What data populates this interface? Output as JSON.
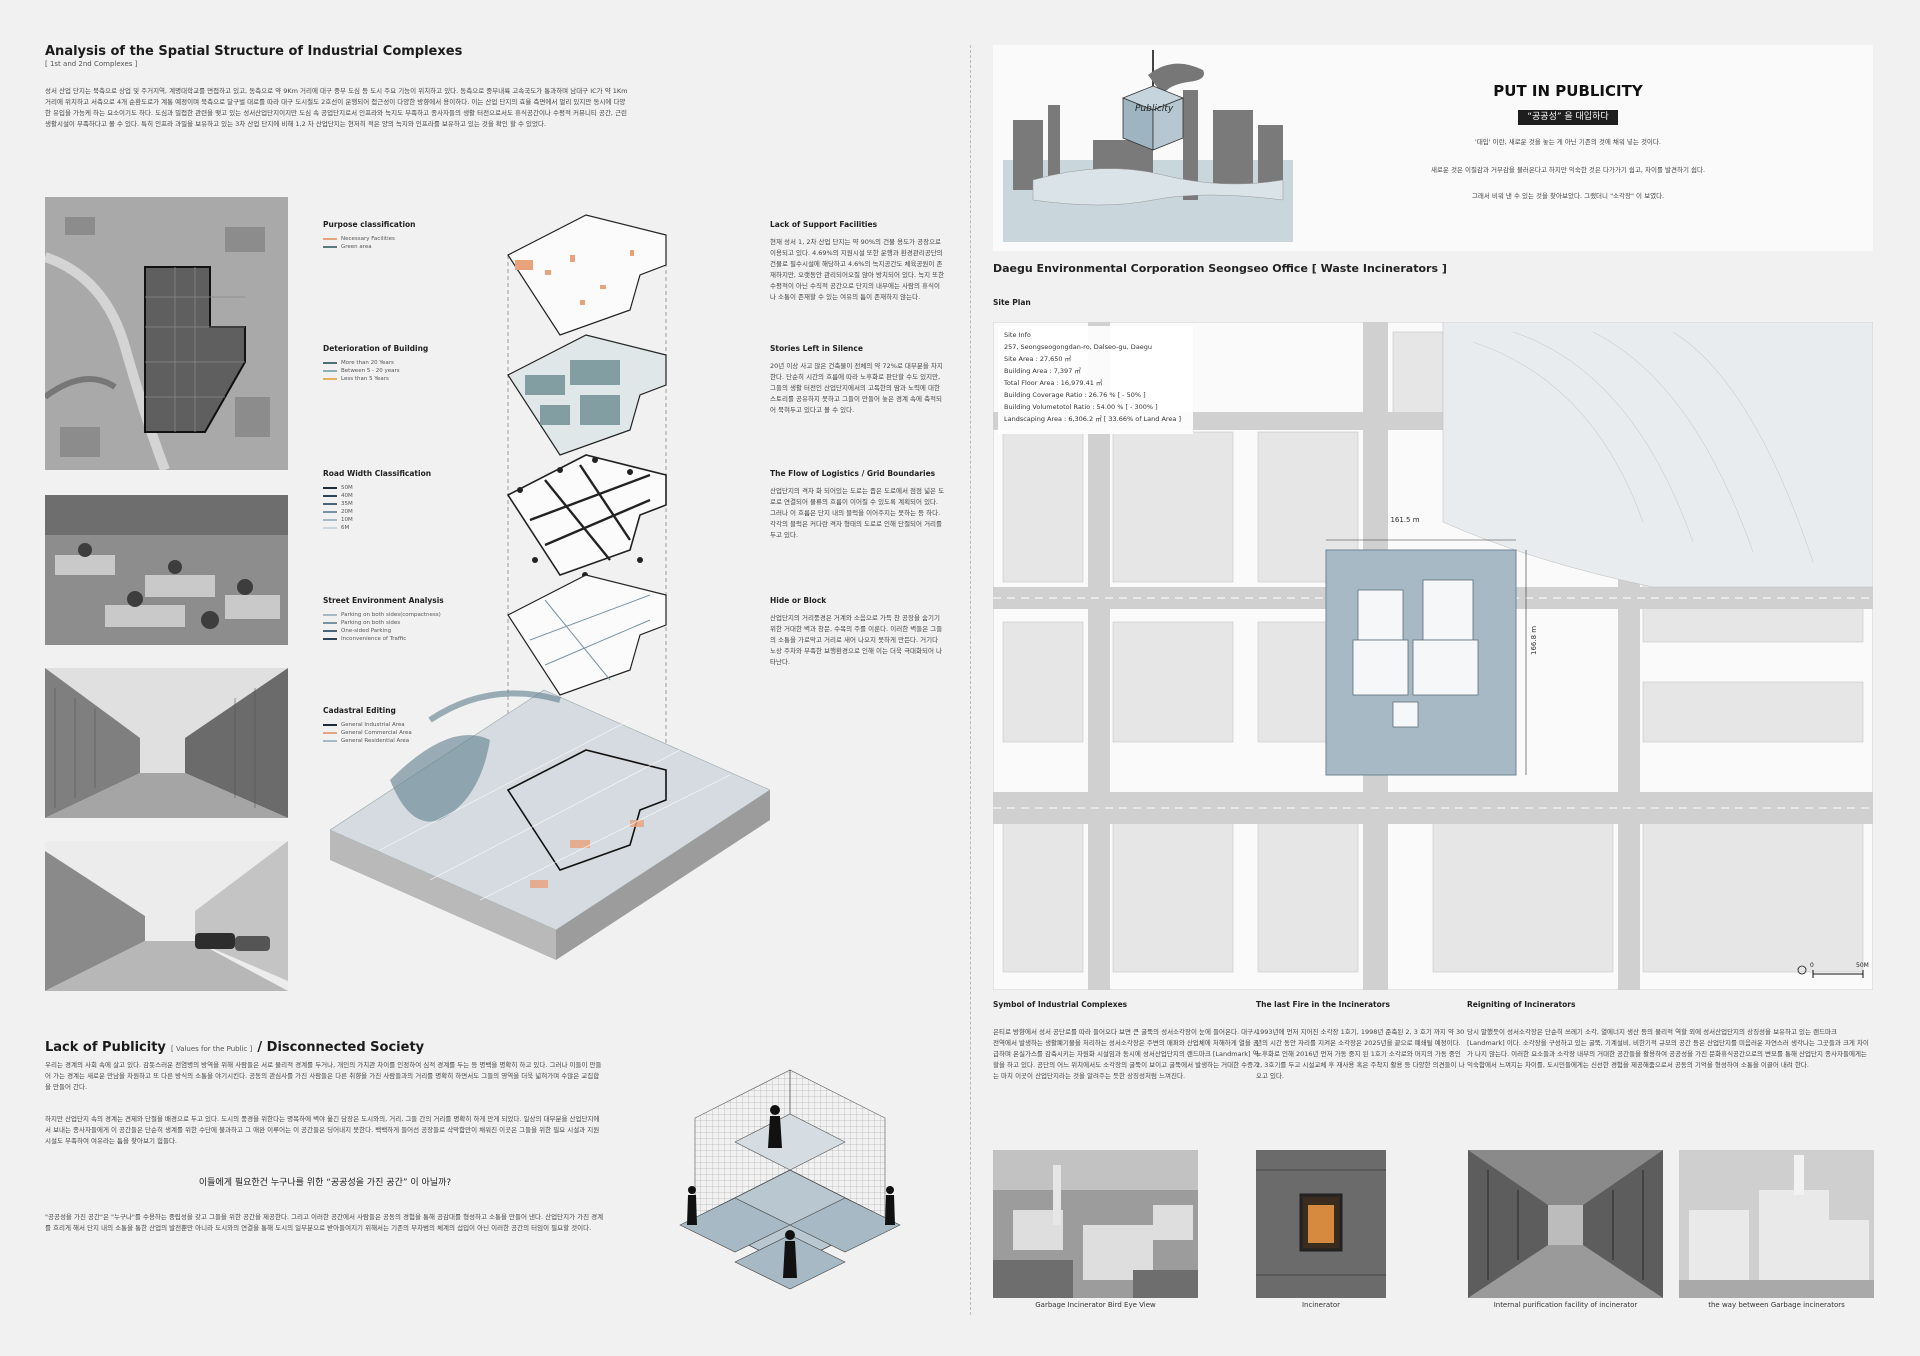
{
  "left": {
    "title": "Analysis of the Spatial Structure of Industrial Complexes",
    "subtitle": "[ 1st and 2nd Complexes ]",
    "intro": "성서 산업 단지는 북측으로 상업 및 주거지역, 계명대학교를 면접하고 있고, 동측으로 약 9Km 거리에 대구 중부 도심 등 도시 주요 기능이 위치하고 있다. 동측으로 중부내륙 고속국도가 통과하며 남대구 IC가 약 1Km 거리에 위치하고 서측으로 4개 순환도로가 계통 예정이며 북측으로 달구벌 대로를 따라 대구 도시철도 2호선이 운행되어 접근성이 다양한 방향에서 용이하다. 이는 산업 단지의 효율 측면에서 멀리 있지만 동시에 다양한 유입을 가능케 하는 요소이기도 하다. 도심과 밀접한 관련을 맺고 있는 성서산업단지이지만 도심 속 공업단지로서 인프라와 녹지도 부족하고 종사자들의 생활 터전으로서도 휴식공간이나 수평적 커뮤니티 공간, 근린생활시설이 부족하다고 볼 수 있다. 특히 인프라 과밀을 보유하고 있는 3차 산업 단지에 비해 1,2 차 산업단지는 현저히 적은 양의 녹지와 인프라를 보유하고 있는 것을 확인 할 수 있었다.",
    "layers": [
      {
        "name": "Purpose classification",
        "legend": [
          "Necessary Facilities",
          "Green area"
        ],
        "colors": [
          "#e8a27c",
          "#5b7a80"
        ]
      },
      {
        "name": "Deterioration of Building",
        "legend": [
          "More than 20 Years",
          "Between 5 - 20 years",
          "Less than 5 Years"
        ],
        "colors": [
          "#4f6f75",
          "#8fb0b3",
          "#e4b25a"
        ]
      },
      {
        "name": "Road Width Classification",
        "legend": [
          "50M",
          "40M",
          "35M",
          "20M",
          "10M",
          "6M"
        ],
        "colors": [
          "#1e2d3a",
          "#2e4454",
          "#4a6475",
          "#7993a2",
          "#a6b9c4",
          "#c9d6dc"
        ]
      },
      {
        "name": "Street Environment Analysis",
        "legend": [
          "Parking on both sides(compactness)",
          "Parking on both sides",
          "One-sided Parking",
          "Inconvenience of Traffic"
        ],
        "colors": [
          "#a6b9c4",
          "#7993a2",
          "#4a6475",
          "#2e4454"
        ]
      },
      {
        "name": "Cadastral Editing",
        "legend": [
          "General Industrial Area",
          "General Commercial Area",
          "General Residential Area"
        ],
        "colors": [
          "#1e2d3a",
          "#e8a27c",
          "#a6b9c4"
        ]
      }
    ],
    "notes": [
      {
        "title": "Lack of Support Facilities",
        "text": "현재 성서 1, 2차 산업 단지는 약 90%의 건물 용도가 공장으로 이용되고 있다. 4.69%의 지원시설 또한 운행과 환경관리공단의 건물로 필수시설에 해당하고 4.6%의 녹지공간도 체육공원이 존재하지만, 오랫동안 관리되어오질 않아 방치되어 있다. 녹지 또한 수평적이 아닌 수직적 공간으로 단지의 내부에는 사람의 휴식이나 소통이 존재할 수 있는 여유의 틈이 존재하지 않는다."
      },
      {
        "title": "Stories Left in Silence",
        "text": "20년 이상 사고 많은 건축물이 전체의 약 72%로 대부분을 차지한다. 단순히 시간의 흐름에 따라 노후화로 판단할 수도 있지만, 그들의 생활 터전인 산업단지에서의 고독한의 땀과 노력에 대한 스토리를 공유하지 못하고 그들이 만들어 놓은 경계 속에 축적되어 묵혀두고 있다고 볼 수 있다."
      },
      {
        "title": "The Flow of Logistics / Grid Boundaries",
        "text": "산업단지의 격자 화 되어있는 도로는 좁은 도로에서 점점 넓은 도로로 연결되어 물류의 흐름이 이어질 수 있도록 계획되어 있다. 그러나 이 흐름은 단지 내의 블럭을 이어주지는 못하는 등 하다. 각각의 블럭은 커다란 격자 형태의 도로로 인해 단절되어 거리를 두고 있다."
      },
      {
        "title": "Hide or Block",
        "text": "산업단지의 거리풍경은 거계와 소음으로 가득 찬 공장을 숨기기 위한 거대한 벽과 창문, 수목의 주를 이룬다. 이러한 벽들은 그들의 소통을 가로막고 거리로 새어 나오지 못하게 만든다. 거기다 노상 주차와 부족한 보행환경으로 인해 이는 더욱 극대화되어 나타난다."
      }
    ],
    "publicity": {
      "title": "Lack of Publicity",
      "title_small": "[ Values for the Public ]",
      "title_tail": "/ Disconnected Society",
      "p1": "우리는 경계의 사회 속에 살고 있다. 감돗스러운 전염병의 방역을 위해 사람들은 서로 물리적 경계를 두거나, 개인의 가치관 차이를 인정하여 심적 경계를 두는 등 명백을 명확히 하고 있다. 그러나 이들이 만들어 가는 경계는 새로운 만남을 차원하고 또 다른 방식의 소통을 야기시킨다. 공동의 관심사를 가진 사람들은 다른 취향을 가진 사람들과의 거리를 명확히 하면서도 그들의 영역을 더욱 넓혀가며 수많은 교집합을 만들어 간다.",
      "p2": "하지만 산업단지 속의 경계는 견제와 단절을 배경으로 두고 있다. 도시의 풍경을 위한다는 명목하에 벽야 옮긴 담장은 도시와의, 거리, 그들 간의 거리를 명확히 하게 만게 되었다. 일상의 대부분을 산업단지에서 보내는 종사자들에게 이 공간들은 단순히 생계를 위한 수단에 불과하고 그 애완 이루어는 이 공간들은 딩어내지 못한다. 백백하게 들어선 공장들로 삭막함만이 채워진 이곳은 그들을 위한 필요 시설과 지원시설도 부족하여 여유라는 틈을 찾아보기 힘들다.",
      "question": "이들에게 필요한건 누구나를 위한 “공공성을 가진 공간” 이 아닐까?",
      "p3": "\"공공성을 가진 공간\"은 \"누구나\"를 수용하는 중립성을 갖고 그들을 위한 공간을 제공한다. 그리고 이러한 공간에서 사람들은 공동의 경험을 통해 공감대를 형성하고 소통을 만들어 낸다. 산업단지가 가진 경계를 흐리게 해서 단지 내의 소통을 통한 산업의 발전뿐만 아니라 도시와의 연결을 통해 도시의 일부분으로 받아들여지기 위해서는 기존의 부차범의 체계의 섭입이 아닌 이러한 공간의 터임이 필요할 것이다."
    }
  },
  "right": {
    "hero": {
      "title": "PUT IN PUBLICITY",
      "badge": "“공공성” 을 대입하다",
      "cube_label": "Publicity",
      "lines": [
        "'대입' 이란, 새로운 것을 놓는 게 아닌 기존의 것에 채워 넣는 것이다.",
        "새로운 것은 이질감과 거부감을 불러온다고 하지만 익숙한 것은 다가가기 쉽고, 차이를 발견하기 쉽다.",
        "그래서 비워 낸 수 있는 것을 찾아보았다. 그랬더니 \"소각장\" 이 보였다."
      ]
    },
    "project_title": "Daegu Environmental Corporation Seongseo Office [  Waste Incinerators ]",
    "site_plan_label": "Site Plan",
    "site_info": {
      "title": "Site Info",
      "lines": [
        "257, Seongseogongdan-ro, Dalseo-gu, Daegu",
        "Site Area : 27,650 ㎡",
        "Building Area : 7,397 ㎡",
        "Total Floor Area : 16,979.41 ㎡",
        "Building Coverage Ratio : 26.76 % [ - 50% ]",
        "Building Volumetotol Ratio : 54.00 % [ - 300% ]",
        "Landscaping Area : 6,306.2 ㎡ [ 33.66% of Land Area ]"
      ]
    },
    "dims": {
      "width": "161.5 m",
      "height": "166.8 m"
    },
    "scale": {
      "start": "0",
      "end": "50M"
    },
    "sections": [
      {
        "title": "Symbol of Industrial Complexes",
        "text": "은티로 방향에서 성서 공단로를 따라 들어오다 보면 큰 굴뚝의 성서소각장이 눈에 들어온다. 대구시 전역에서 발생하는 생활폐기물을 처리하는 성서소각장은 주변의 매퍼와 산업체에 처해하게 열을 공급하며 온실가스를 감축시키는 자원화 시설임과 동시에 성서산업단지의 랜드마크 [Landmark] 역할을 하고 있다. 공단의 어느 위치에서도 소각장의 굴뚝이 보이고 굴뚝에서 발생하는 거대한 수증기는 마치 이곳이 산업단지라는 것을 알려주는 듯한 상징성처럼 느껴진다."
      },
      {
        "title": "The last Fire in the Incinerators",
        "text": "1993년에 먼저 지어진 소각장 1호기, 1998년 준축된 2, 3 호기 까지 약 30년의 시간 동안 자리를 지켜온 소각장은 2025년을 끝으로 폐쇄될 예정이다. 노후화로 인해 2016년 먼저 가동 중지 된 1호기 소각로와 머지의 가동 중인 2, 3호기를 두고 시설교체 후 재사용 혹은 주착지 활용 등 다양한 의견들이 나오고 있다."
      },
      {
        "title": "Reigniting of Incinerators",
        "text": "당시 말했듯이 성서소각장은 단순히 쓰레기 소각, 열에너지 생산 등의 물리적 역할 외에 성서산업단지의 상징성을 보유하고 있는 랜드마크 [Landmark] 이다. 소각장을 구성하고 있는 굴뚝, 기계설비, 비한기적 규모의 공간 등은 산업단지를 미음러운 자연스러 생각나는 그곳들과 크게 차이가 나지 않는다. 이러한 요소들과 소각장 내부의 거대한 공간들을 활용하여 공공성을 가진 문화휴식공간으로의 변모를 통해 산업단지 종사자들에게는 익숙함에서 느껴지는 차이를, 도시민들에게는 신선한 경험을 제공해줌으로서 공동의 기억을 형성하여 소통을 이끌어 내려 한다."
      }
    ],
    "captions": [
      "Garbage Incinerator Bird Eye View",
      "Incinerator",
      "Internal purification facility of incinerator",
      "the way between Garbage incinerators"
    ]
  }
}
